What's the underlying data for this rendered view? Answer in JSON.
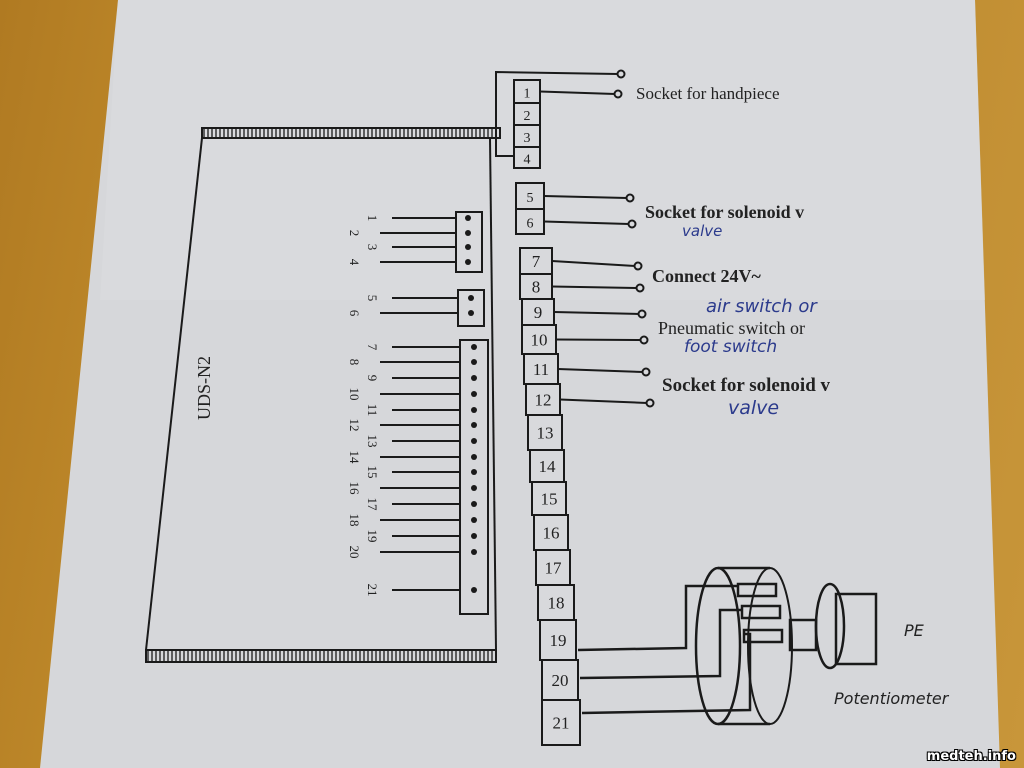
{
  "diagram": {
    "board_label": "UDS-N2",
    "board_pins": [
      "1",
      "2",
      "3",
      "4",
      "5",
      "6",
      "7",
      "8",
      "9",
      "10",
      "11",
      "12",
      "13",
      "14",
      "15",
      "16",
      "17",
      "18",
      "19",
      "20",
      "21"
    ],
    "terminal_numbers": [
      "1",
      "2",
      "3",
      "4",
      "5",
      "6",
      "7",
      "8",
      "9",
      "10",
      "11",
      "12",
      "13",
      "14",
      "15",
      "16",
      "17",
      "18",
      "19",
      "20",
      "21"
    ],
    "labels": {
      "handpiece": "Socket for handpiece",
      "solenoid_1": "Socket for solenoid v",
      "solenoid_1_note": "valve",
      "power": "Connect 24V~",
      "pneumatic_note_top": "air switch or",
      "pneumatic": "Pneumatic switch or",
      "pneumatic_note_bottom": "foot switch",
      "solenoid_2": "Socket for solenoid v",
      "solenoid_2_note": "valve",
      "potentiometer": "Potentiometer",
      "potentiometer_mark": "PE"
    },
    "colors": {
      "paper": "#d9dadc",
      "ink": "#1a1a1a",
      "pen": "#2b3a8c",
      "wood": "#c08a2e"
    }
  },
  "watermark": "medteh.info"
}
